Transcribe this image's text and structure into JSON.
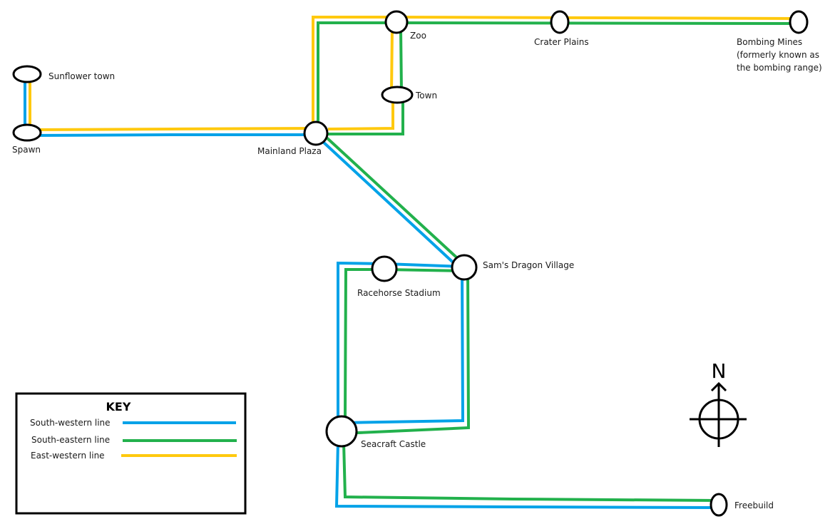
{
  "colors": {
    "south_western": "#00a2e8",
    "south_eastern": "#22b14c",
    "east_western": "#ffc90e",
    "station_stroke": "#000000"
  },
  "stations": {
    "sunflower_town": {
      "label": [
        "Sunflower town"
      ]
    },
    "spawn": {
      "label": [
        "Spawn"
      ]
    },
    "mainland_plaza": {
      "label": [
        "Mainland Plaza"
      ]
    },
    "zoo": {
      "label": [
        "Zoo"
      ]
    },
    "town": {
      "label": [
        "Town"
      ]
    },
    "crater_plains": {
      "label": [
        "Crater Plains"
      ]
    },
    "bombing_mines": {
      "label": [
        "Bombing Mines",
        "(formerly known as",
        "the bombing range)"
      ]
    },
    "sams_dragon_village": {
      "label": [
        "Sam's Dragon Village"
      ]
    },
    "racehorse_stadium": {
      "label": [
        "Racehorse Stadium"
      ]
    },
    "seacraft_castle": {
      "label": [
        "Seacraft Castle"
      ]
    },
    "freebuild": {
      "label": [
        "Freebuild"
      ]
    }
  },
  "key": {
    "title": "KEY",
    "items": [
      {
        "label": "South-western line",
        "line": "south_western"
      },
      {
        "label": "South-eastern line",
        "line": "south_eastern"
      },
      {
        "label": "East-western line",
        "line": "east_western"
      }
    ]
  },
  "compass": {
    "label": "N"
  }
}
